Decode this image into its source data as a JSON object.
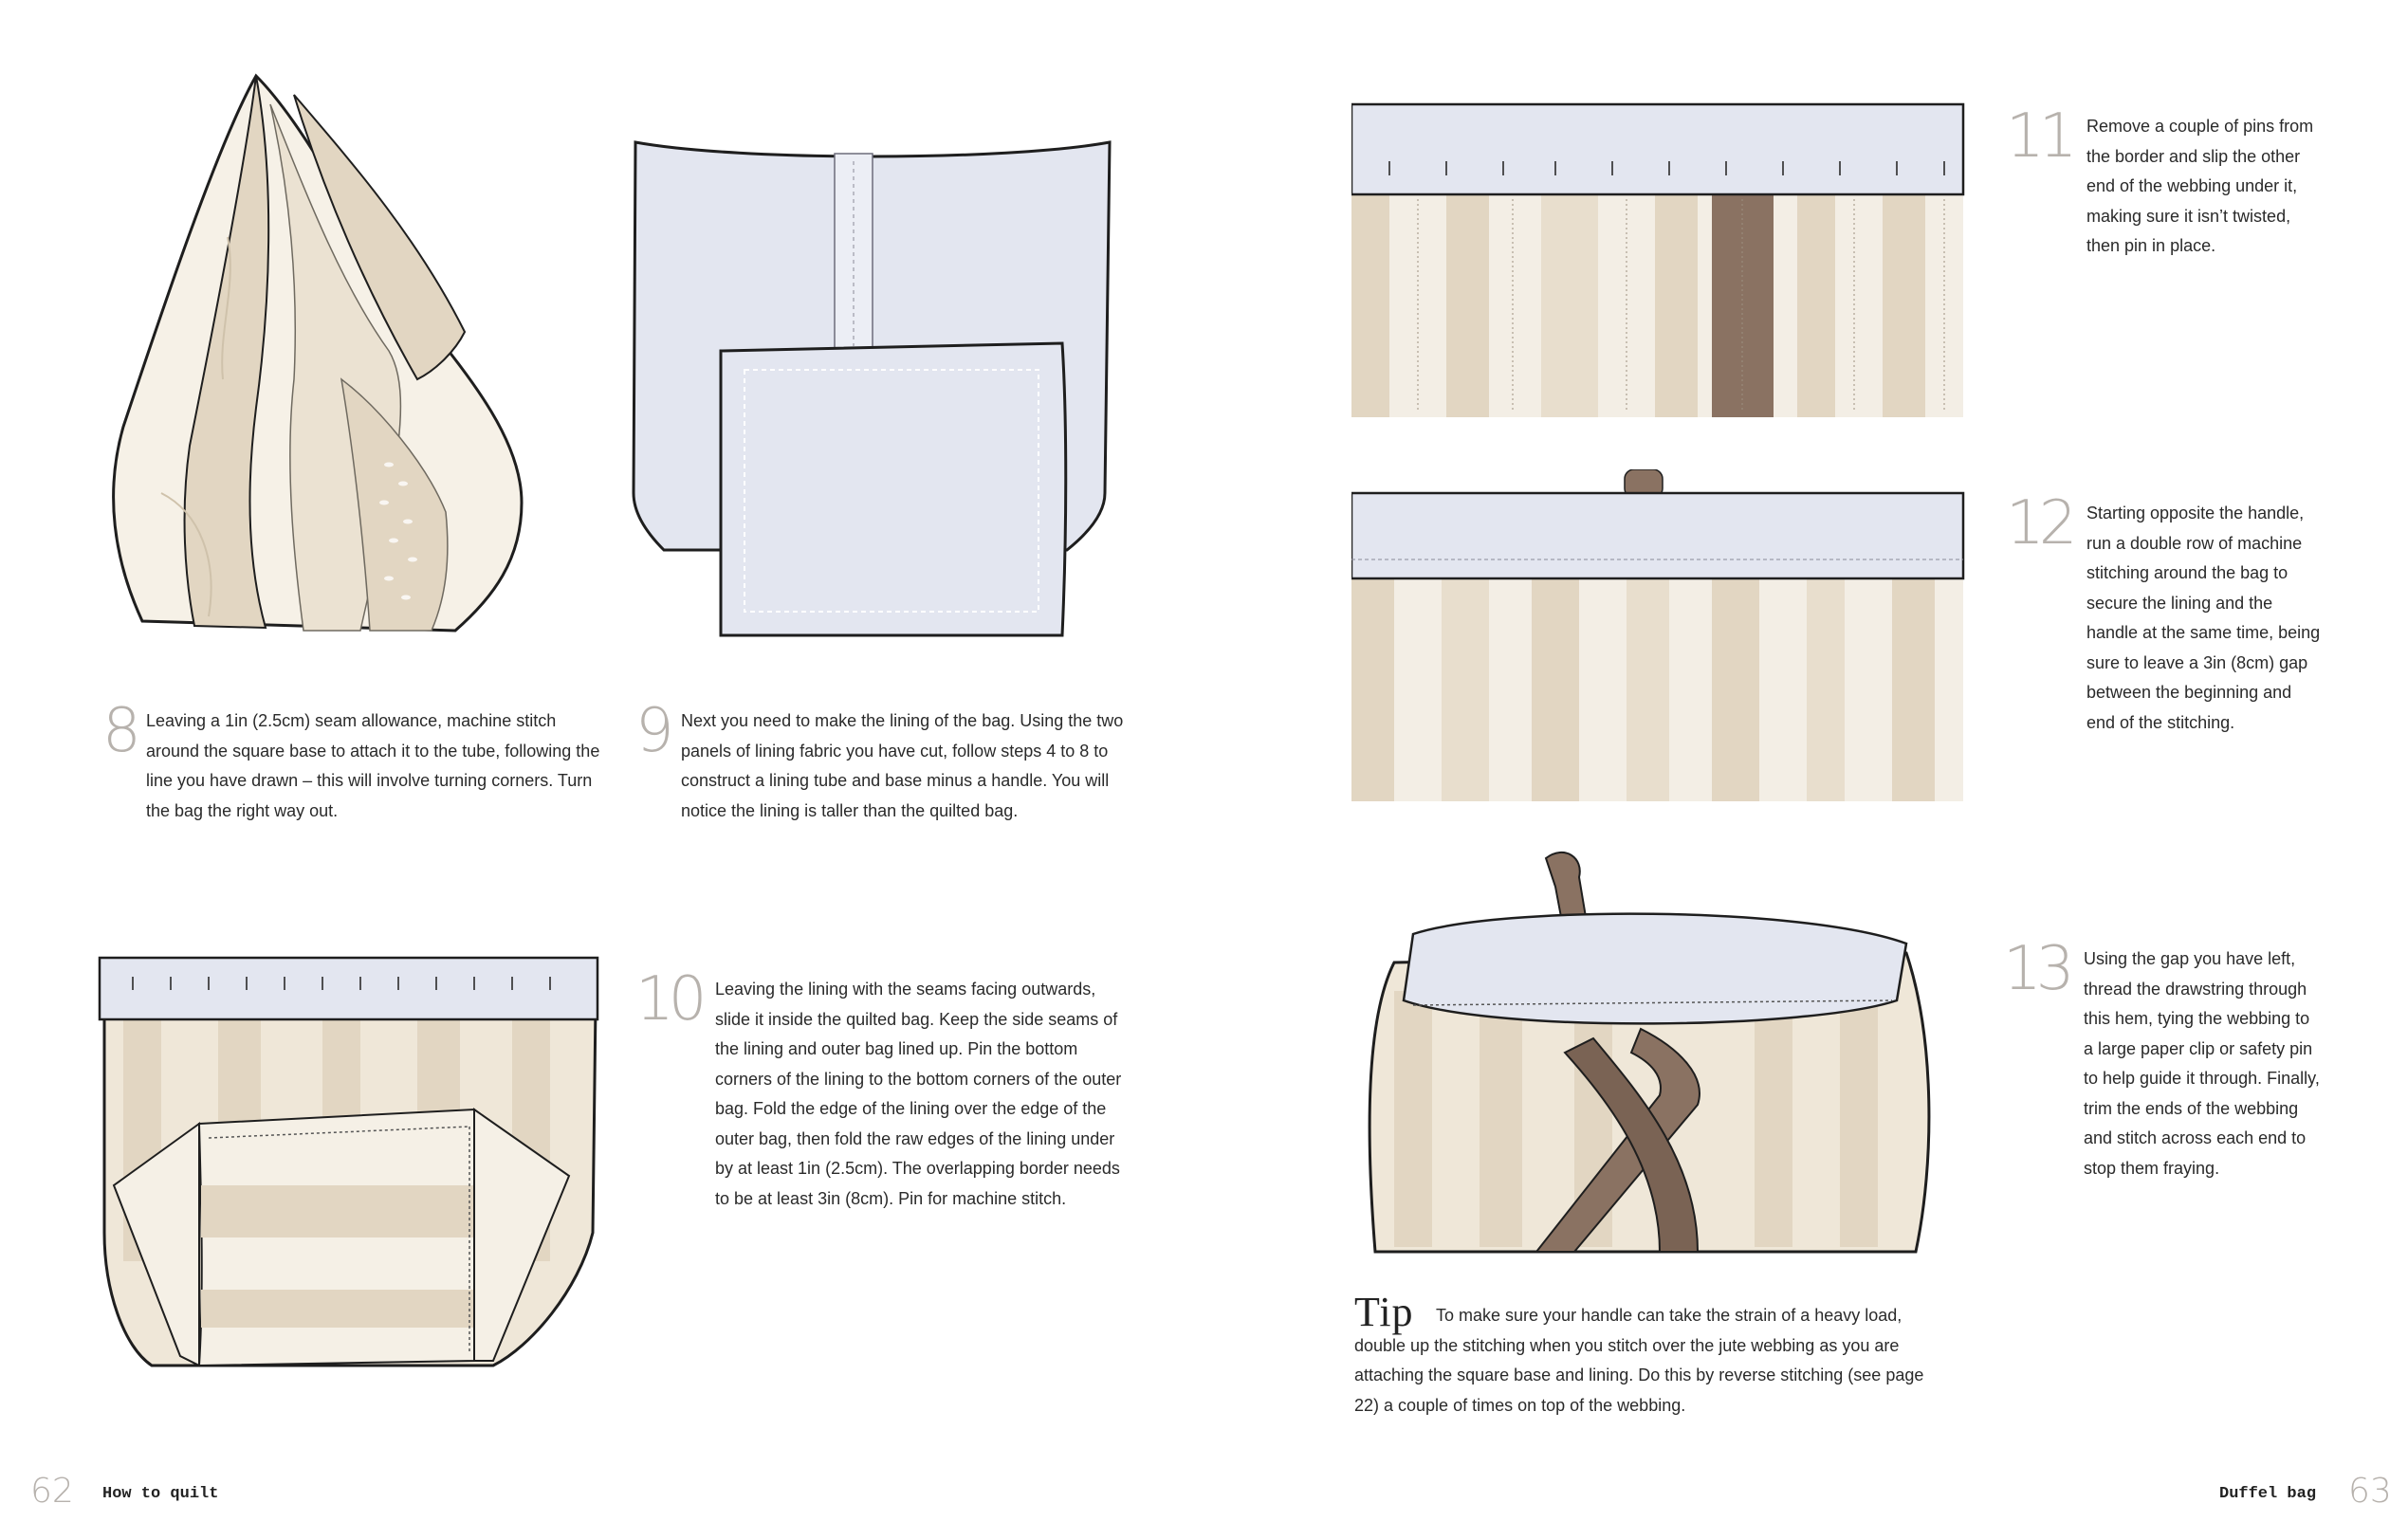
{
  "left_page": {
    "page_number": "62",
    "running_head": "How to quilt",
    "steps": [
      {
        "number": "8",
        "text": "Leaving a 1in (2.5cm) seam allowance, machine stitch around the square base to attach it to the tube, following the line you have drawn – this will involve turning corners. Turn the bag the right way out."
      },
      {
        "number": "9",
        "text": "Next you need to make the lining of the bag. Using the two panels of lining fabric you have cut, follow steps 4 to 8 to construct a lining tube and base minus a handle. You will notice the lining is taller than the quilted bag."
      },
      {
        "number": "10",
        "text": "Leaving the lining with the seams facing outwards, slide it inside the quilted bag. Keep the side seams of the lining and outer bag lined up. Pin the bottom corners of the lining to the bottom corners of the outer bag. Fold the edge of the lining over the edge of the outer bag, then fold the raw edges of the lining under by at least 1in (2.5cm). The overlapping border needs to be at least 3in (8cm). Pin for machine stitch."
      }
    ]
  },
  "right_page": {
    "page_number": "63",
    "running_head": "Duffel bag",
    "steps": [
      {
        "number": "11",
        "text": "Remove a couple of pins from the border and slip the other end of the webbing under it, making sure it isn’t twisted, then pin in place."
      },
      {
        "number": "12",
        "text": "Starting opposite the handle, run a double row of machine stitching around the bag to secure the lining and the handle at the same time, being sure to leave a 3in (8cm) gap between the beginning and end of the stitching."
      },
      {
        "number": "13",
        "text": "Using the gap you have left, thread the drawstring through this hem, tying the webbing to a large paper clip or safety pin to help guide it through. Finally, trim the ends of the webbing and stitch across each end to stop them fraying."
      }
    ],
    "tip": {
      "label": "Tip",
      "text": "To make sure your handle can take the strain of a heavy load, double up the stitching when you stitch over the jute webbing as you are attaching the square base and lining. Do this by reverse stitching (see page 22) a couple of times on top of the webbing."
    }
  },
  "colors": {
    "fabric_beige": "#e2d6c2",
    "fabric_cream": "#f5f0e6",
    "lining_blue": "#e3e6f0",
    "webbing_brown": "#8a7262",
    "step_number_grey": "#b7b2ad",
    "outline": "#1e1e1e"
  },
  "icons": [
    "pin-icon",
    "stitch-line"
  ]
}
